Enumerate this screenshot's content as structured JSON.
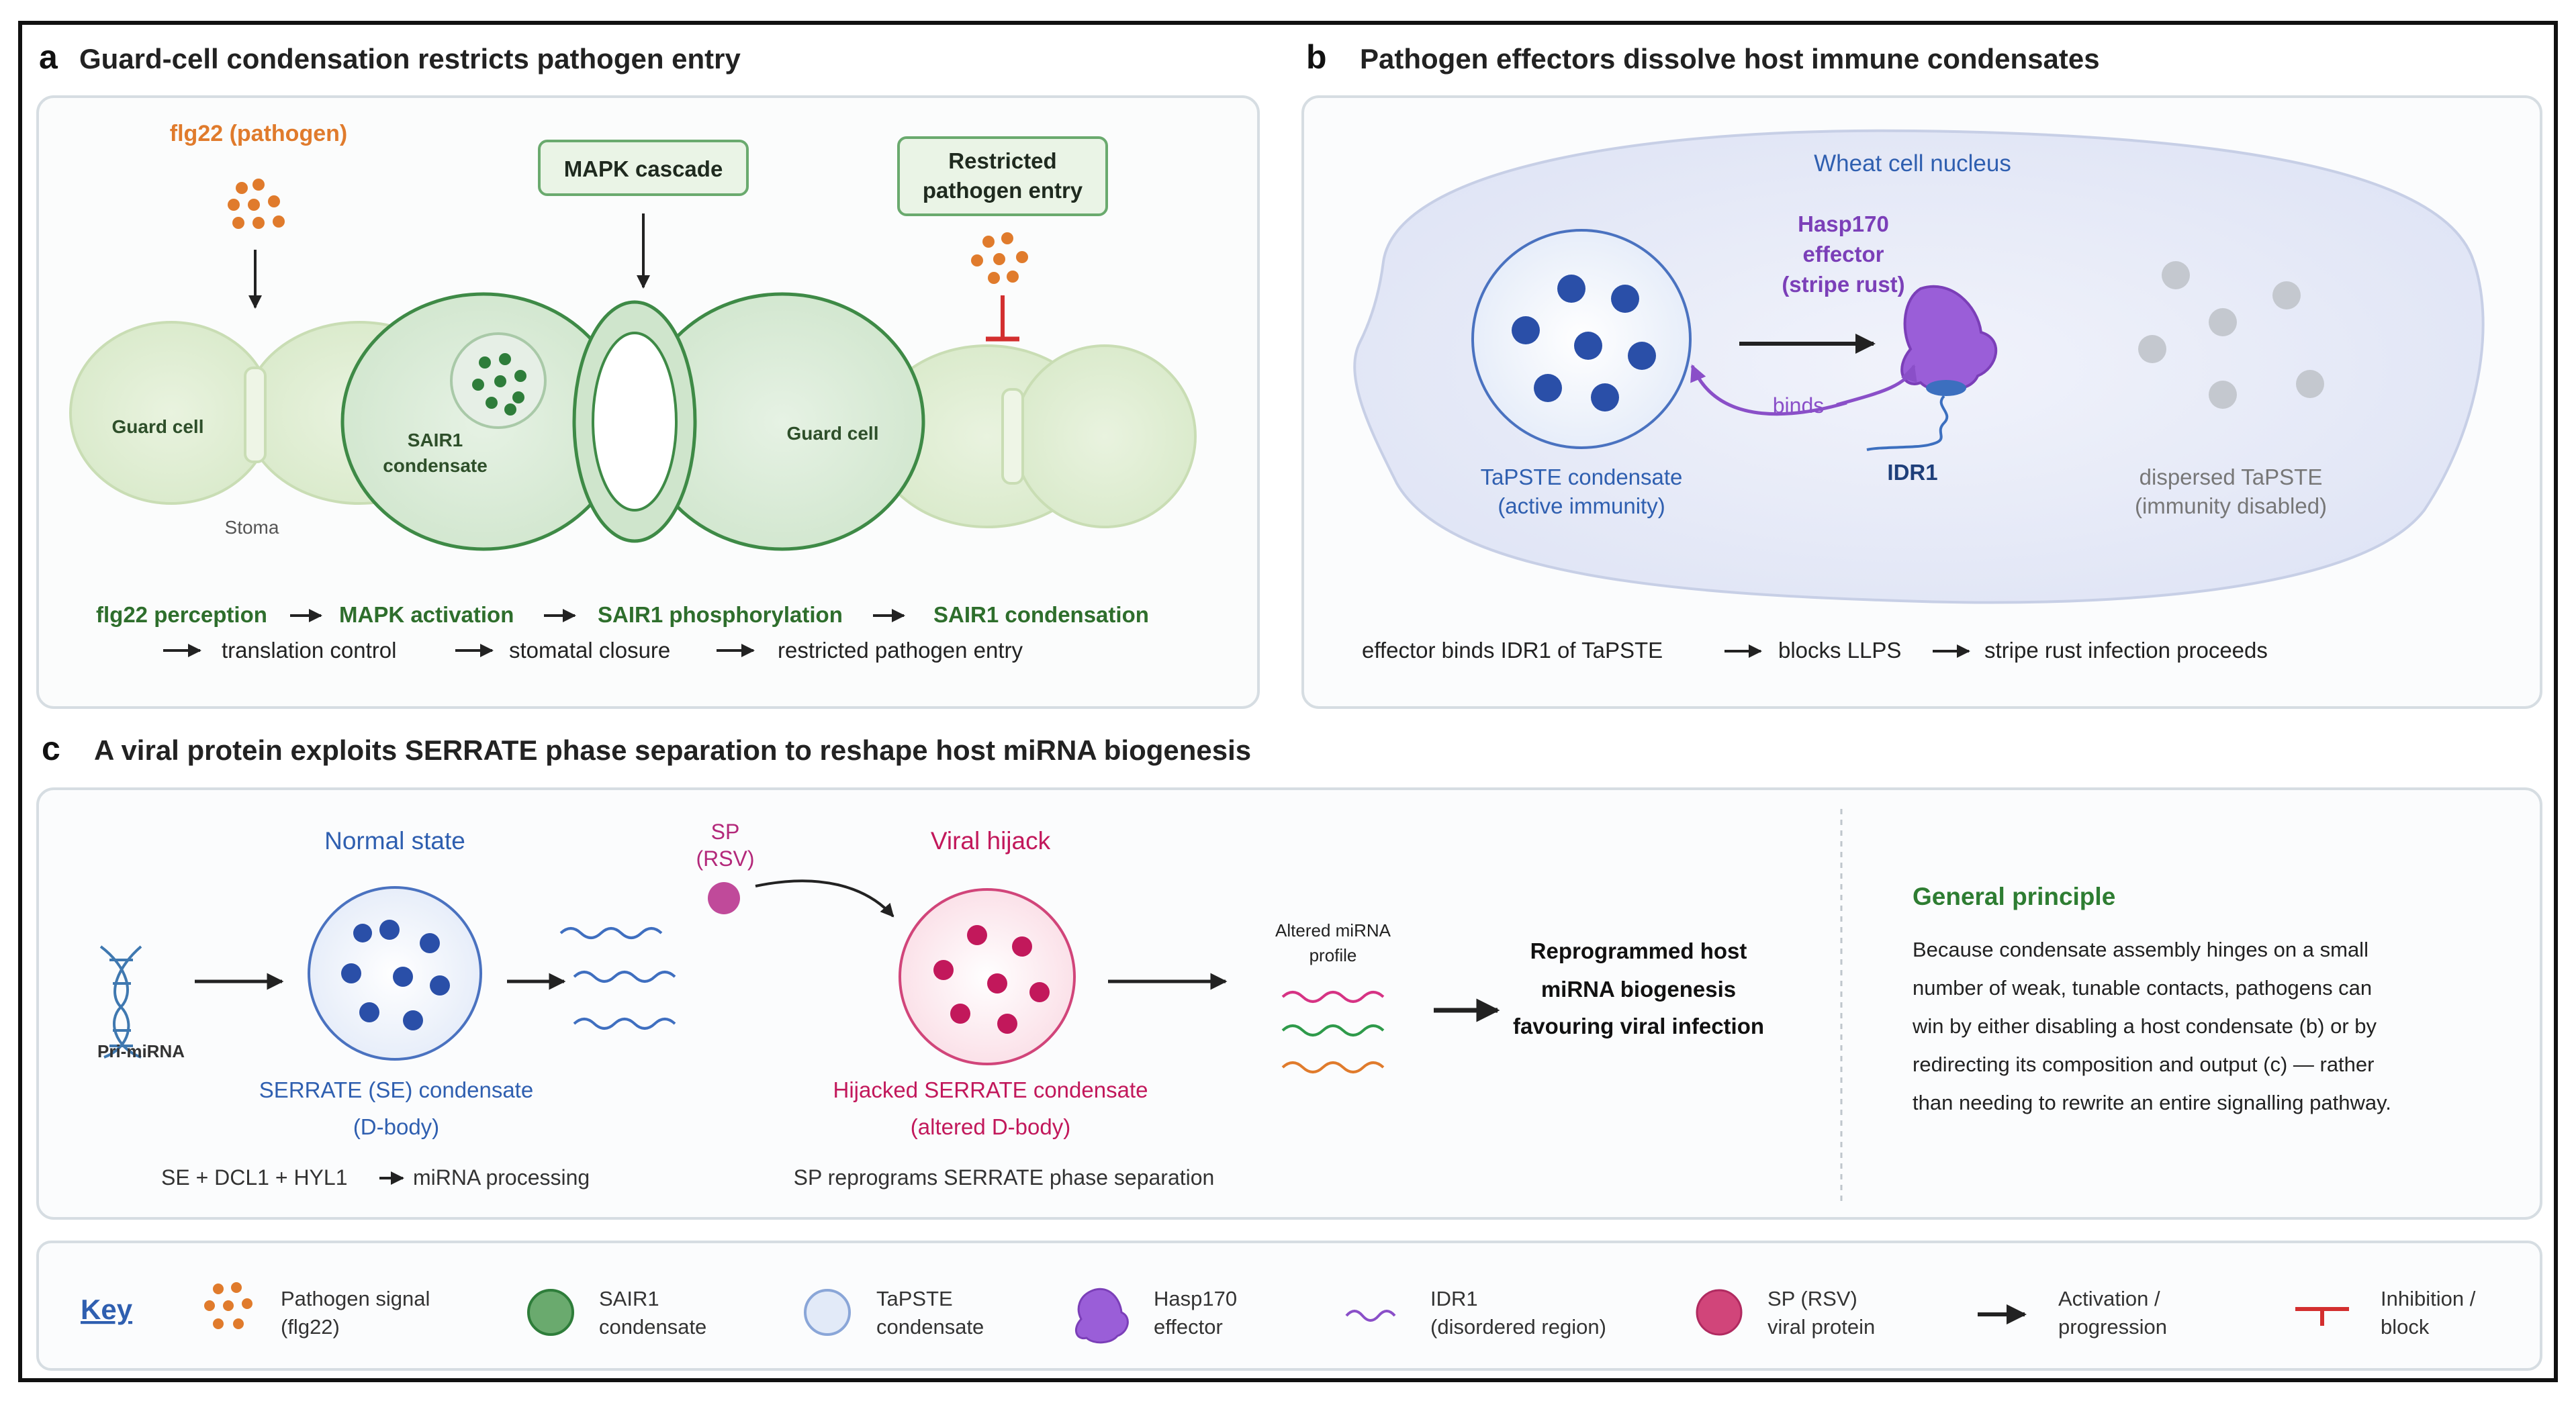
{
  "panel_a": {
    "letter": "a",
    "title": "Guard-cell condensation restricts pathogen entry",
    "flg22": "flg22 (pathogen)",
    "mapk": "MAPK cascade",
    "restricted_l1": "Restricted",
    "restricted_l2": "pathogen entry",
    "guard_left": "Guard cell",
    "guard_right": "Guard cell",
    "sair_l1": "SAIR1",
    "sair_l2": "condensate",
    "stoma": "Stoma",
    "flow1": [
      "flg22 perception",
      "MAPK activation",
      "SAIR1 phosphorylation",
      "SAIR1 condensation"
    ],
    "flow2": [
      "translation control",
      "stomatal closure",
      "restricted pathogen entry"
    ]
  },
  "panel_b": {
    "letter": "b",
    "title": "Pathogen effectors dissolve host immune condensates",
    "nucleus": "Wheat cell nucleus",
    "hasp_l1": "Hasp170",
    "hasp_l2": "effector",
    "hasp_l3": "(stripe rust)",
    "binds": "binds",
    "idr1": "IDR1",
    "tapste_l1": "TaPSTE condensate",
    "tapste_l2": "(active immunity)",
    "dispersed_l1": "dispersed TaPSTE",
    "dispersed_l2": "(immunity disabled)",
    "flow": [
      "effector binds IDR1 of TaPSTE",
      "blocks LLPS",
      "stripe rust infection proceeds"
    ]
  },
  "panel_c": {
    "letter": "c",
    "title": "A viral protein exploits SERRATE phase separation to reshape host miRNA biogenesis",
    "normal": "Normal state",
    "sp_l1": "SP",
    "sp_l2": "(RSV)",
    "viral": "Viral hijack",
    "pri": "Pri-miRNA",
    "se_l1": "SERRATE (SE) condensate",
    "se_l2": "(D-body)",
    "se_note": "SE + DCL1 + HYL1",
    "se_note2": "miRNA processing",
    "hij_l1": "Hijacked SERRATE condensate",
    "hij_l2": "(altered D-body)",
    "hij_note": "SP reprograms SERRATE phase separation",
    "altered_l1": "Altered miRNA",
    "altered_l2": "profile",
    "reprog_l1": "Reprogrammed host",
    "reprog_l2": "miRNA biogenesis",
    "reprog_l3": "favouring viral infection",
    "gp_title": "General principle",
    "gp_lines": [
      "Because condensate assembly hinges on a small",
      "number of weak, tunable contacts, pathogens can",
      "win by either disabling a host condensate (b) or by",
      "redirecting its composition and output (c) — rather",
      "than needing to rewrite an entire signalling pathway."
    ]
  },
  "key": {
    "title": "Key",
    "items": [
      {
        "l1": "Pathogen signal",
        "l2": "(flg22)"
      },
      {
        "l1": "SAIR1",
        "l2": "condensate"
      },
      {
        "l1": "TaPSTE",
        "l2": "condensate"
      },
      {
        "l1": "Hasp170",
        "l2": "effector"
      },
      {
        "l1": "IDR1",
        "l2": "(disordered region)"
      },
      {
        "l1": "SP (RSV)",
        "l2": "viral protein"
      },
      {
        "l1": "Activation /",
        "l2": "progression"
      },
      {
        "l1": "Inhibition /",
        "l2": "block"
      }
    ]
  },
  "colors": {
    "orange": "#e07b2c",
    "green_text": "#2e7d32",
    "green_dark": "#2e7d3a",
    "blue_text": "#2f5fb0",
    "blue_dot": "#2a4fa8",
    "purple": "#8a4fc8",
    "magenta": "#c2185b",
    "red": "#d32f2f",
    "gray_dot": "#c4c8cf"
  }
}
